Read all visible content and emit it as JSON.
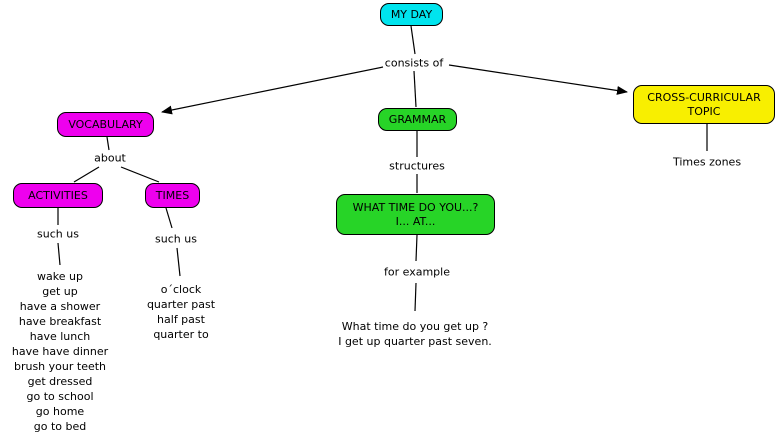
{
  "colors": {
    "cyan": "#00E4EE",
    "magenta": "#EE00EE",
    "green": "#27D427",
    "yellow": "#F8EF00",
    "line": "#000000"
  },
  "diagram": {
    "root": {
      "label": "MY DAY"
    },
    "nodes": {
      "vocabulary": {
        "label": "VOCABULARY"
      },
      "activities": {
        "label": "ACTIVITIES"
      },
      "times": {
        "label": "TIMES"
      },
      "grammar": {
        "label": "GRAMMAR"
      },
      "structure_box": {
        "line1": "WHAT TIME DO YOU...?",
        "line2": "I... AT..."
      },
      "cross_curricular": {
        "line1": "CROSS-CURRICULAR",
        "line2": "TOPIC"
      }
    },
    "connectors": {
      "consists_of": "consists of",
      "about": "about",
      "such_us_activities": "such us",
      "such_us_times": "such us",
      "structures": "structures",
      "for_example": "for example"
    },
    "activities_list": {
      "0": "wake up",
      "1": "get up",
      "2": "have a shower",
      "3": "have breakfast",
      "4": "have lunch",
      "5": "have have dinner",
      "6": "brush your teeth",
      "7": "get dressed",
      "8": "go to school",
      "9": "go home",
      "10": "go to bed"
    },
    "times_list": {
      "0": "o´clock",
      "1": "quarter past",
      "2": "half past",
      "3": "quarter to"
    },
    "example": {
      "line1": "What time do you get up ?",
      "line2": "I get up quarter past seven."
    },
    "cross_topic_text": "Times zones"
  }
}
